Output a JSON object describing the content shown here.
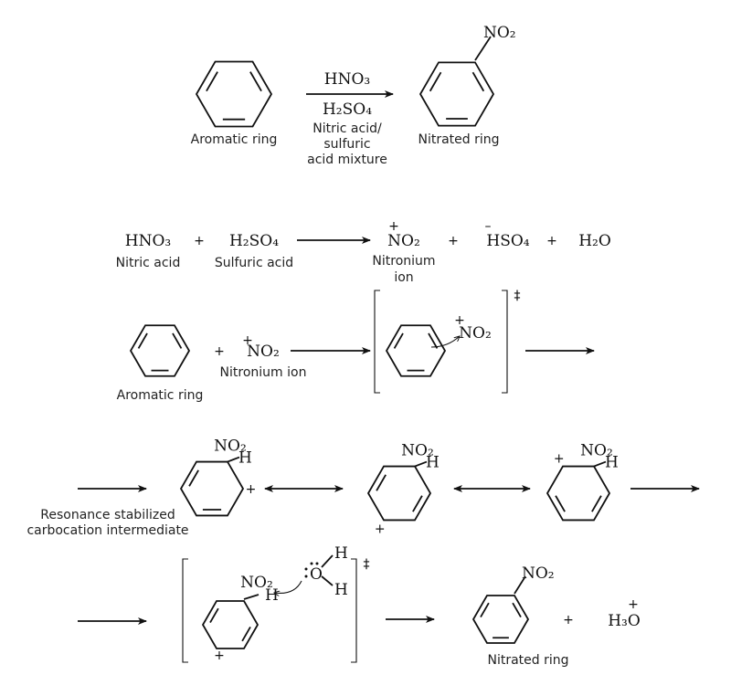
{
  "overall": {
    "reactant_label": "Aromatic ring",
    "reagent_top": "HNO₃",
    "reagent_bottom": "H₂SO₄",
    "condition_lines": [
      "Nitric acid/",
      "sulfuric",
      "acid mixture"
    ],
    "product_label": "Nitrated ring",
    "substituent": "NO₂"
  },
  "step1": {
    "hno3": "HNO₃",
    "hno3_label": "Nitric acid",
    "h2so4": "H₂SO₄",
    "h2so4_label": "Sulfuric acid",
    "no2": "NO₂",
    "no2_label_lines": [
      "Nitronium",
      "ion"
    ],
    "hso4": "HSO₄",
    "h2o": "H₂O"
  },
  "step2": {
    "aromatic_label": "Aromatic ring",
    "no2": "NO₂",
    "nitronium_label": "Nitronium ion"
  },
  "step3": {
    "no2": "NO₂",
    "h": "H",
    "intermediate_label_lines": [
      "Resonance stabilized",
      "carbocation intermediate"
    ]
  },
  "step4": {
    "no2": "NO₂",
    "h": "H",
    "o": "O",
    "h3o": "H₃O",
    "product_label": "Nitrated ring"
  },
  "symbols": {
    "plus": "+",
    "minus": "–",
    "ddagger": "‡"
  }
}
